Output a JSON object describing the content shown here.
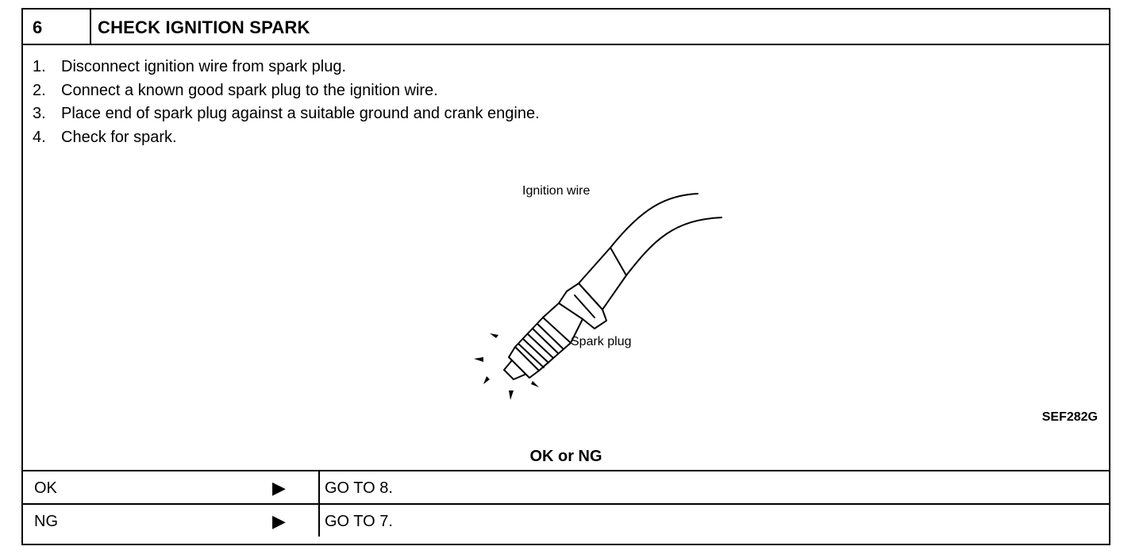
{
  "header": {
    "number": "6",
    "title": "CHECK IGNITION SPARK"
  },
  "steps": [
    {
      "num": "1.",
      "text": "Disconnect ignition wire from spark plug."
    },
    {
      "num": "2.",
      "text": "Connect a known good spark plug to the ignition wire."
    },
    {
      "num": "3.",
      "text": "Place end of spark plug against a suitable ground and crank engine."
    },
    {
      "num": "4.",
      "text": "Check for spark."
    }
  ],
  "figure": {
    "label_wire": "Ignition wire",
    "label_plug": "Spark plug",
    "code": "SEF282G"
  },
  "result": {
    "heading": "OK or NG",
    "rows": [
      {
        "label": "OK",
        "arrow": "▶",
        "action": "GO TO 8."
      },
      {
        "label": "NG",
        "arrow": "▶",
        "action": "GO TO 7."
      }
    ]
  }
}
